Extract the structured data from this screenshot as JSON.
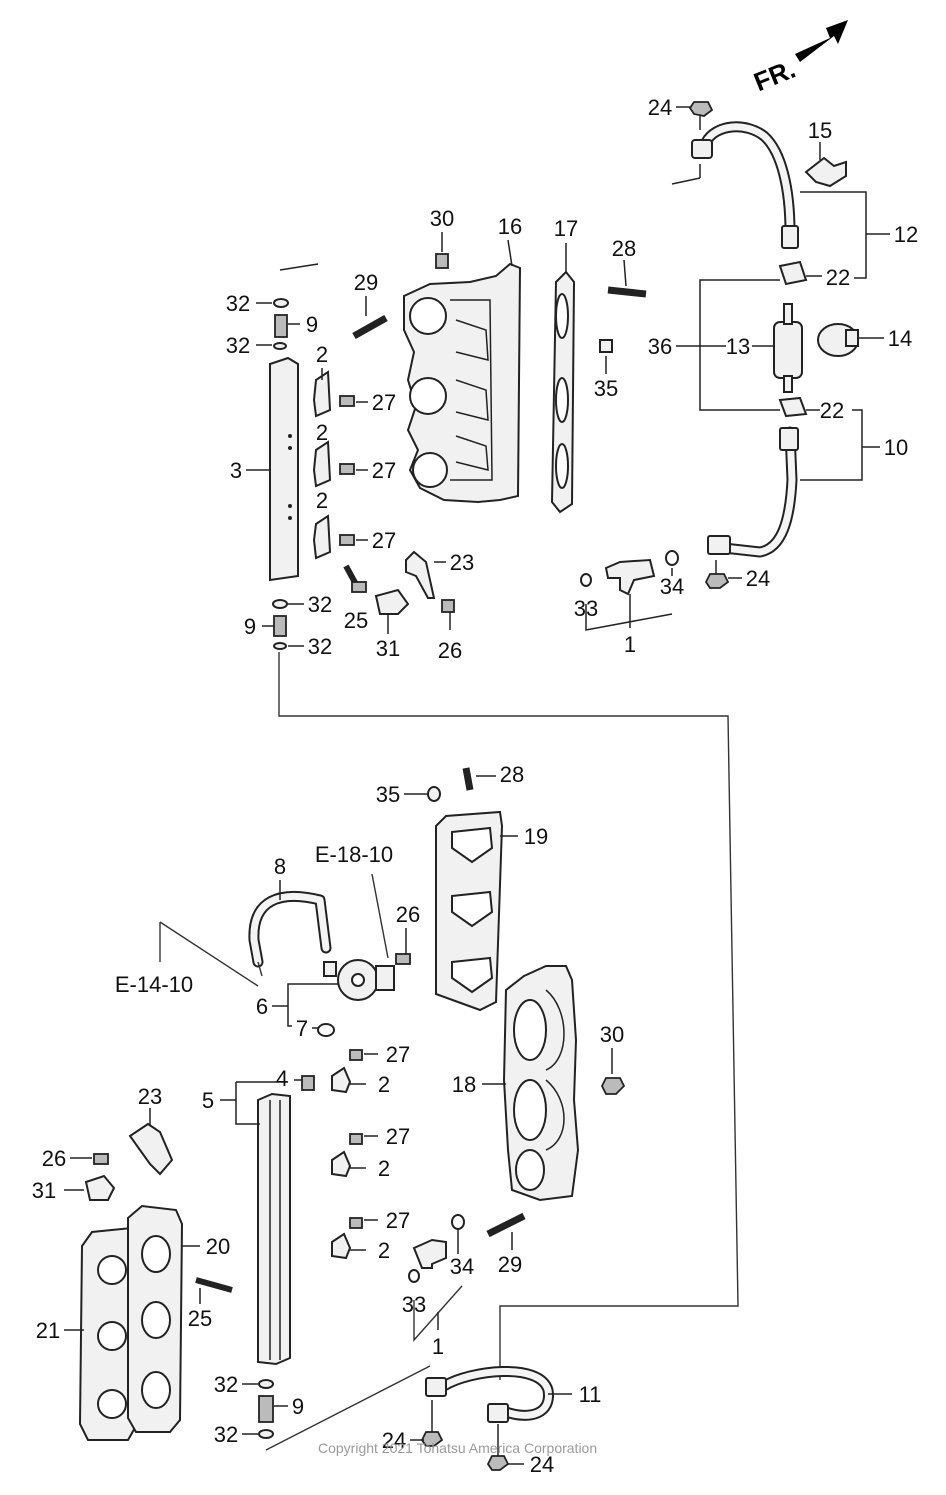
{
  "direction_marker": {
    "label": "FR."
  },
  "copyright": "Copyright 2021 Tohatsu America Corporation",
  "cross_references": [
    "E-18-10",
    "E-14-10"
  ],
  "callouts_upper": {
    "r24a": "24",
    "r15": "15",
    "r12": "12",
    "r22a": "22",
    "r14": "14",
    "r13": "13",
    "r36": "36",
    "r22b": "22",
    "r10": "10",
    "r24b": "24",
    "r34": "34",
    "r33": "33",
    "r1": "1",
    "r30": "30",
    "r16": "16",
    "r17": "17",
    "r28": "28",
    "r35": "35",
    "r29": "29",
    "r32a": "32",
    "r9a": "9",
    "r32b": "32",
    "r2a": "2",
    "r27a": "27",
    "r2b": "2",
    "r27b": "27",
    "r2c": "2",
    "r27c": "27",
    "r3": "3",
    "r23": "23",
    "r25": "25",
    "r31": "31",
    "r26": "26",
    "r32c": "32",
    "r9b": "9",
    "r32d": "32"
  },
  "callouts_lower": {
    "r35": "35",
    "r28": "28",
    "r19": "19",
    "r8": "8",
    "r26a": "26",
    "r6": "6",
    "r7": "7",
    "r30": "30",
    "r27a": "27",
    "r2a": "2",
    "r4": "4",
    "r5": "5",
    "r18": "18",
    "r23": "23",
    "r27b": "27",
    "r2b": "2",
    "r26b": "26",
    "r31": "31",
    "r20": "20",
    "r27c": "27",
    "r2c": "2",
    "r34": "34",
    "r29": "29",
    "r33": "33",
    "r25": "25",
    "r21": "21",
    "r1": "1",
    "r32a": "32",
    "r9": "9",
    "r32b": "32",
    "r11": "11",
    "r24a": "24",
    "r24b": "24"
  },
  "parts": {
    "fuel_hoses": [
      "fuel-hose-12",
      "fuel-hose-10",
      "fuel-hose-11",
      "vent-hose-8"
    ],
    "fuel_filter": "fuel-filter-13",
    "filter_clamp": "filter-band-14",
    "injectors": [
      "injector-1-upper",
      "injector-1-lower"
    ],
    "fuel_rails": [
      "fuel-rail-3",
      "fuel-rail-5"
    ],
    "intake_manifolds": [
      "intake-manifold-16",
      "intake-manifold-18"
    ],
    "gaskets": [
      "gasket-17",
      "gasket-19",
      "gasket-20",
      "gasket-21"
    ],
    "pressure_regulator": "pressure-regulator-6"
  }
}
